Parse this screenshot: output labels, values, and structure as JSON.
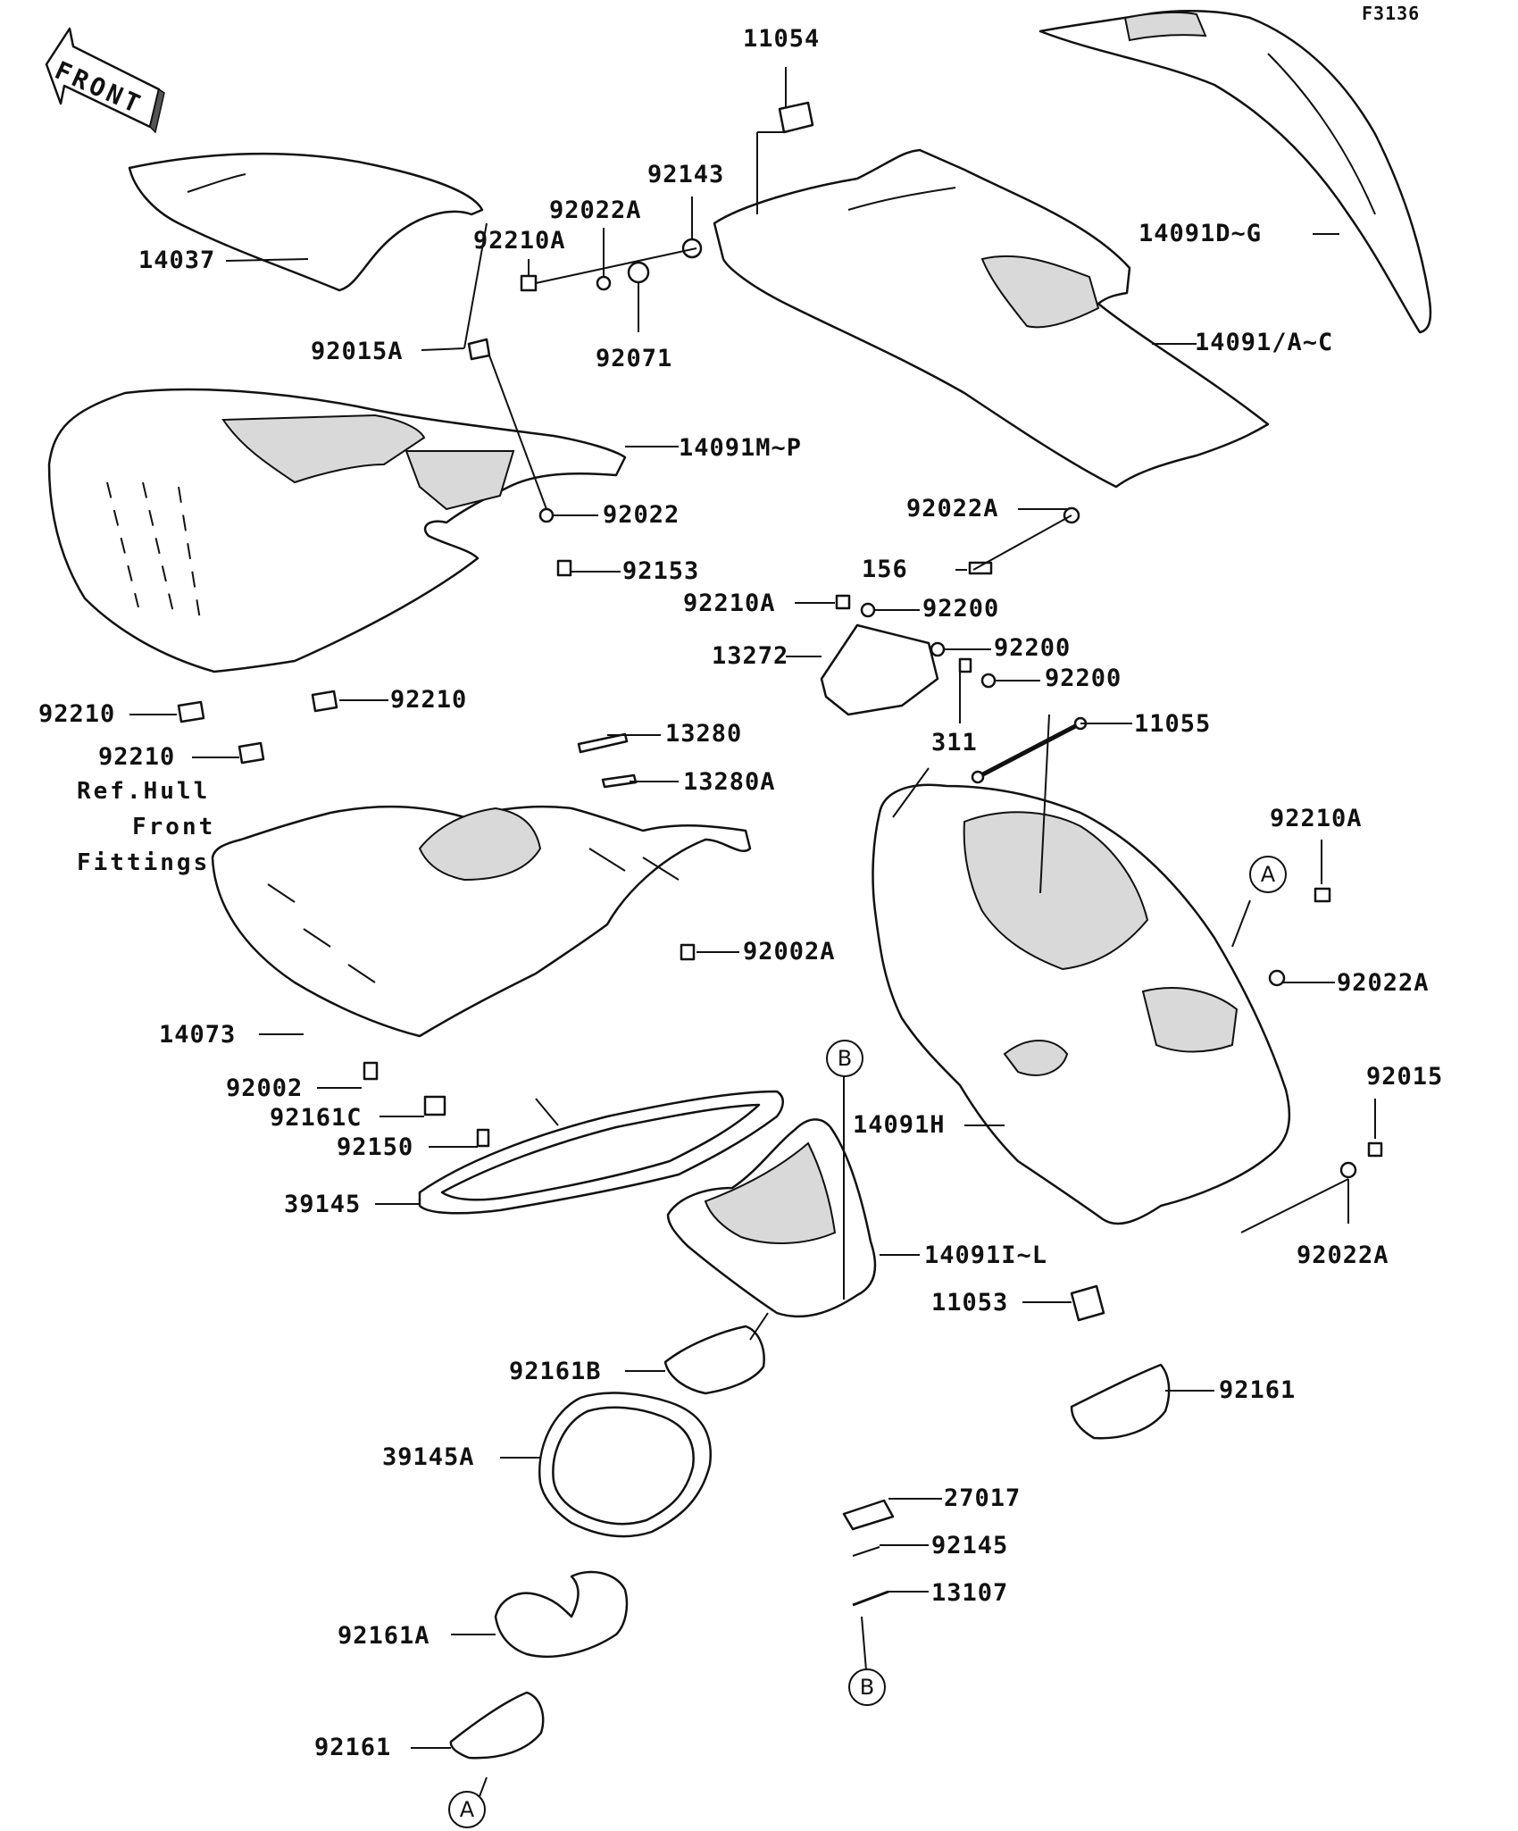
{
  "figure_code": "F3136",
  "front_arrow_label": "FRONT",
  "note": [
    "Ref.Hull",
    "Front",
    "Fittings"
  ],
  "callouts": {
    "a": "A",
    "b": "B"
  },
  "parts": {
    "p11054": "11054",
    "p92143": "92143",
    "p92022A_1": "92022A",
    "p92210A_1": "92210A",
    "p14037": "14037",
    "p14091DG": "14091D~G",
    "p14091AC": "14091/A~C",
    "p92071": "92071",
    "p92015A": "92015A",
    "p14091MP": "14091M~P",
    "p92022": "92022",
    "p92153": "92153",
    "p92022A_2": "92022A",
    "p156": "156",
    "p92210A_2": "92210A",
    "p92200_1": "92200",
    "p13272": "13272",
    "p92200_2": "92200",
    "p92200_3": "92200",
    "p92210_1": "92210",
    "p92210_2": "92210",
    "p92210_3": "92210",
    "p13280": "13280",
    "p311": "311",
    "p11055": "11055",
    "p13280A": "13280A",
    "p92210A_3": "92210A",
    "p92002A": "92002A",
    "p92022A_3": "92022A",
    "p14073": "14073",
    "p92015": "92015",
    "p92002": "92002",
    "p92161C": "92161C",
    "p14091H": "14091H",
    "p92150": "92150",
    "p39145": "39145",
    "p14091IL": "14091I~L",
    "p92022A_4": "92022A",
    "p11053": "11053",
    "p92161B": "92161B",
    "p92161_1": "92161",
    "p39145A": "39145A",
    "p27017": "27017",
    "p92145": "92145",
    "p13107": "13107",
    "p92161A": "92161A",
    "p92161_2": "92161"
  }
}
